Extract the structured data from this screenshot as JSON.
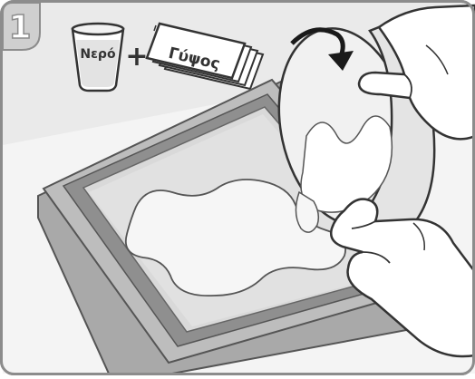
{
  "step": {
    "number": "1"
  },
  "labels": {
    "water": "Νερό",
    "plus": "+",
    "plaster": "Γύψος"
  },
  "colors": {
    "frame_border": "#8c8c8c",
    "background": "#e9e9e9",
    "tray_outer": "#a6a6a6",
    "tray_inner": "#c9c9c9",
    "tray_well": "#d8d8d8",
    "plaster": "#f4f4f4",
    "skin": "#ffffff",
    "outline": "#333333",
    "badge": "#d0d0d0"
  }
}
